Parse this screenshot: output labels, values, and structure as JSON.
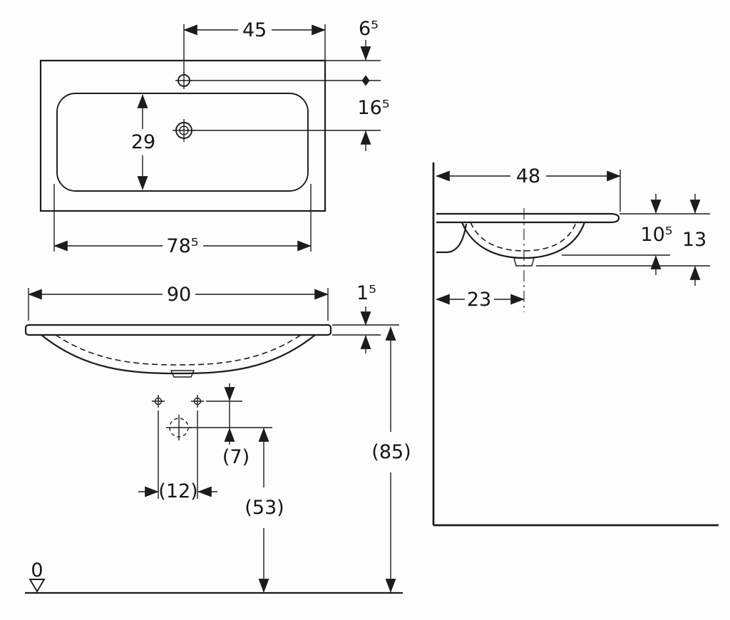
{
  "colors": {
    "line": "#1c1c1c",
    "background": "#fdfdfd"
  },
  "plan": {
    "tap_to_edge": "45",
    "tap_from_top": "6⁵",
    "tap_to_drain": "16⁵",
    "basin_depth": "29",
    "basin_width": "78⁵"
  },
  "front": {
    "overall_width": "90",
    "rim_thickness": "1⁵",
    "drain_offset": "(7)",
    "fixing_hole_spacing": "(12)",
    "drain_height": "(53)",
    "rim_height": "(85)",
    "datum": "0"
  },
  "side": {
    "overall_depth": "48",
    "front_edge_height": "10⁵",
    "overall_height": "13",
    "drain_from_wall": "23"
  }
}
